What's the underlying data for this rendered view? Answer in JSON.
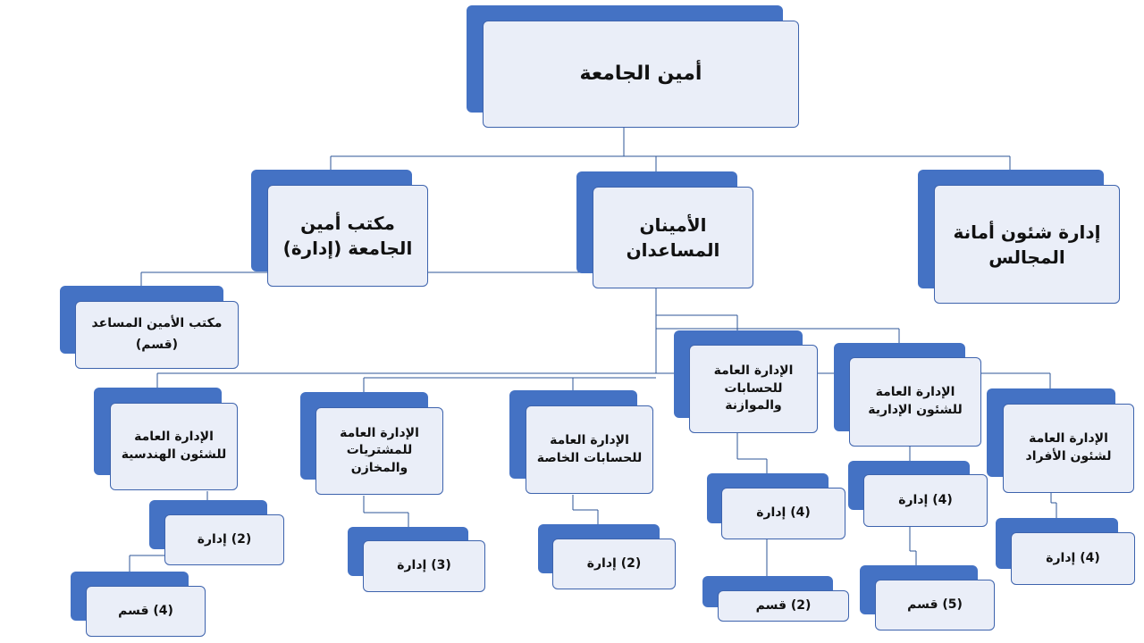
{
  "nodes": {
    "secretary_general": "أمين الجامعة",
    "office_secretary": "مكتب أمين الجامعة (إدارة)",
    "assistant_secretaries": "الأمينان المساعدان",
    "councils_admin": "إدارة شئون أمانة المجالس",
    "office_assistant": "مكتب الأمين المساعد (قسم)",
    "engineering": "الإدارة العامة للشئون الهندسية",
    "procurement": "الإدارة العامة للمشتريات والمخازن",
    "private_accounts": "الإدارة العامة للحسابات الخاصة",
    "accounts_budget": "الإدارة العامة للحسابات والموازنة",
    "admin_affairs": "الإدارة العامة للشئون الإدارية",
    "personnel": "الإدارة العامة لشئون الأفراد",
    "engineering_depts": "(2) إدارة",
    "engineering_sections": "(4) قسم",
    "procurement_depts": "(3) إدارة",
    "private_accounts_depts": "(2) إدارة",
    "accounts_budget_depts": "(4) إدارة",
    "accounts_budget_sections": "(2) قسم",
    "admin_affairs_depts": "(4) إدارة",
    "admin_affairs_sections": "(5) قسم",
    "personnel_depts": "(4) إدارة"
  },
  "colors": {
    "accent": "#4472c4",
    "box_fill": "#eaeef8",
    "line": "#2e5597"
  }
}
